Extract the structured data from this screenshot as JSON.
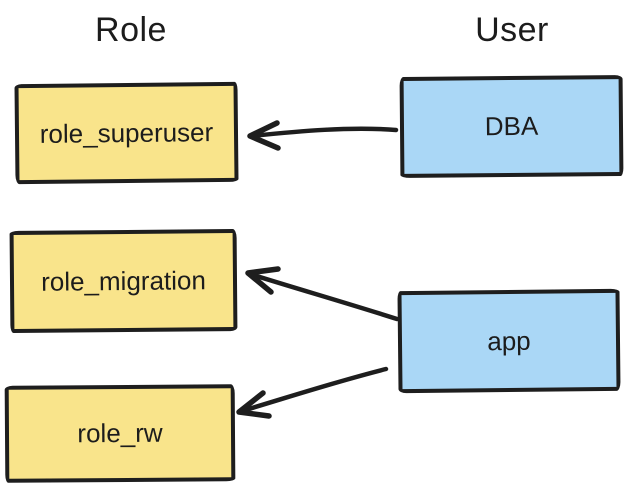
{
  "headings": {
    "role": "Role",
    "user": "User"
  },
  "nodes": {
    "role_superuser": {
      "label": "role_superuser",
      "column": "Role"
    },
    "role_migration": {
      "label": "role_migration",
      "column": "Role"
    },
    "role_rw": {
      "label": "role_rw",
      "column": "Role"
    },
    "dba": {
      "label": "DBA",
      "column": "User"
    },
    "app": {
      "label": "app",
      "column": "User"
    }
  },
  "edges": [
    {
      "from": "DBA",
      "to": "role_superuser"
    },
    {
      "from": "app",
      "to": "role_migration"
    },
    {
      "from": "app",
      "to": "role_rw"
    }
  ],
  "colors": {
    "role_fill": "#f9e48b",
    "user_fill": "#aad7f6",
    "stroke": "#1e1e1e",
    "background": "#ffffff",
    "text": "#1c1c1c"
  }
}
